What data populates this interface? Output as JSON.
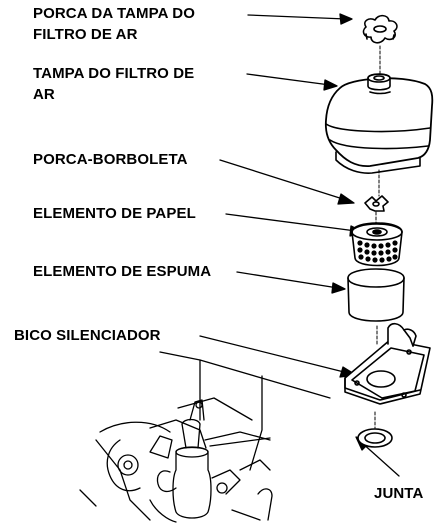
{
  "diagram": {
    "labels": {
      "nut_line1": "PORCA DA TAMPA DO",
      "nut_line2": "FILTRO DE AR",
      "cover_line1": "TAMPA DO FILTRO DE",
      "cover_line2": "AR",
      "wing_nut": "PORCA-BORBOLETA",
      "paper_element": "ELEMENTO DE PAPEL",
      "foam_element": "ELEMENTO DE ESPUMA",
      "silencer": "BICO SILENCIADOR",
      "gasket": "JUNTA"
    }
  }
}
